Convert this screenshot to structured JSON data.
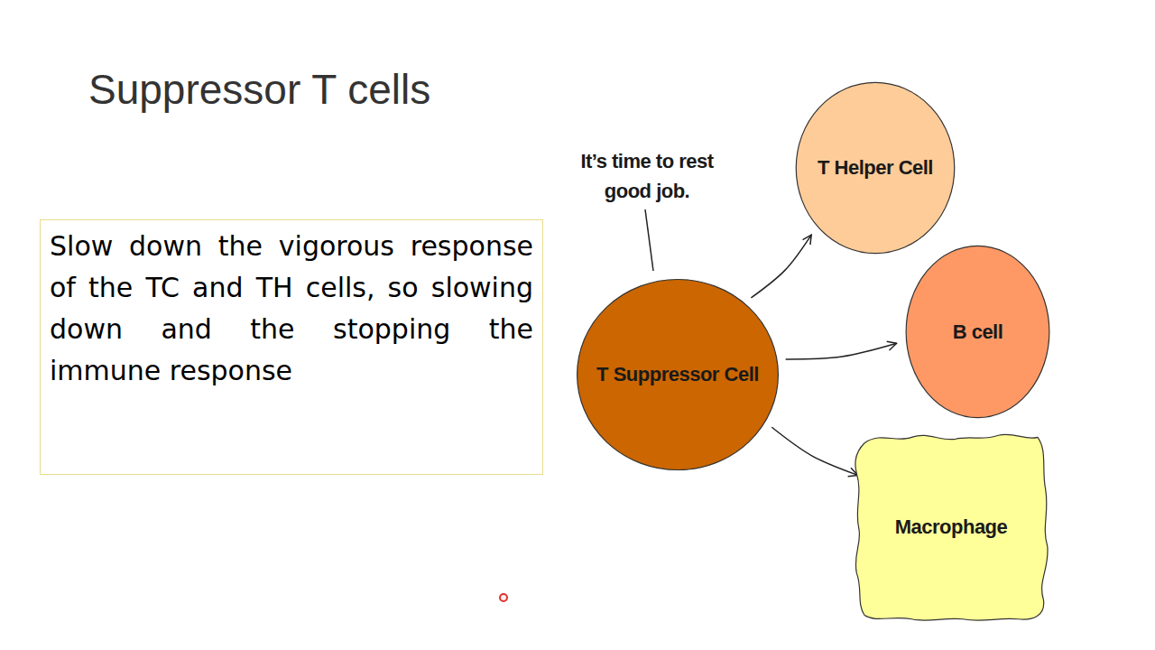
{
  "diagram": {
    "title": "Suppressor T cells",
    "nodes": [
      {
        "text": [
          "Slow down the vigorous response of the TC and TH cells, so slowing down and the stopping the immune response"
        ]
      },
      {
        "text": [
          "T Helper Cell"
        ]
      },
      {
        "text": [
          "T Suppressor Cell"
        ]
      },
      {
        "text": [
          "B cell"
        ]
      },
      {
        "text": [
          "Macrophage"
        ]
      }
    ],
    "edges": [
      {
        "from": 2,
        "to": 1,
        "arrow": "to"
      },
      {
        "from": 2,
        "to": 3,
        "arrow": "to"
      },
      {
        "from": 2,
        "to": 4,
        "arrow": "to"
      }
    ],
    "labels": [
      "It’s time to rest good job."
    ]
  }
}
